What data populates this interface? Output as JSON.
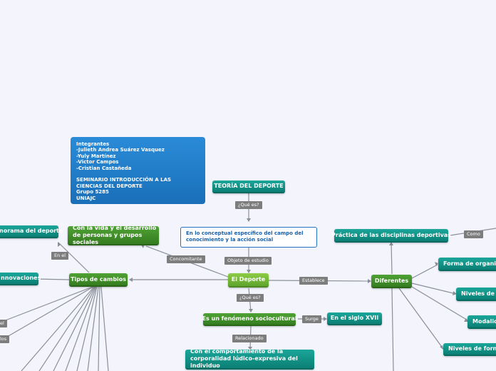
{
  "info_box": "Integrantes\n-Julieth Andrea Suárez Vasquez\n-Yuly Martínez\n-Victor Campos\n-Cristian Castañeda\n\nSEMINARIO INTRODUCCIÓN A LAS\nCIENCIAS DEL DEPORTE\nGrupo 5285\nUNIAJC",
  "nodes": {
    "teoria": "TEORÍA DEL DEPORTE",
    "conceptual": "En lo conceptual específico del campo del conocimiento y la acción social",
    "deporte": "El Deporte",
    "diferentes": "Diferentes",
    "practica": "Práctica de las disciplinas deportivas",
    "forma_org": "Forma de organiza",
    "niveles_r": "Niveles de re",
    "modalidad": "Modalida",
    "niveles_forma": "Niveles de forma",
    "fenomeno": "Es un fenómeno sociocultural",
    "siglo": "En el siglo XVII",
    "comportamiento": "Con el comportamiento de la corporalidad lúdico-expresiva del individuo",
    "vida": "Con la vida y el desarrollo de personas y grupos sociales",
    "tipos": "Tipos de cambios",
    "panorama": "norama del deporte",
    "innovaciones": "nnovaciones"
  },
  "labels": {
    "que_es_1": "¿Qué es?",
    "objeto": "Objeto de estudio",
    "establece": "Establece",
    "que_es_2": "¿Qué es?",
    "surge": "Surge",
    "relacionado": "Relacionado",
    "concomitante": "Concomitante",
    "en_el": "En el",
    "como": "Como",
    "el": "el",
    "los": "los"
  },
  "colors": {
    "background": "#f3f4fc",
    "teal": "#0b7f74",
    "green": "#357c20",
    "central": "#6fb52f",
    "blue": "#1a6fb8",
    "connector": "#8a8f99"
  }
}
